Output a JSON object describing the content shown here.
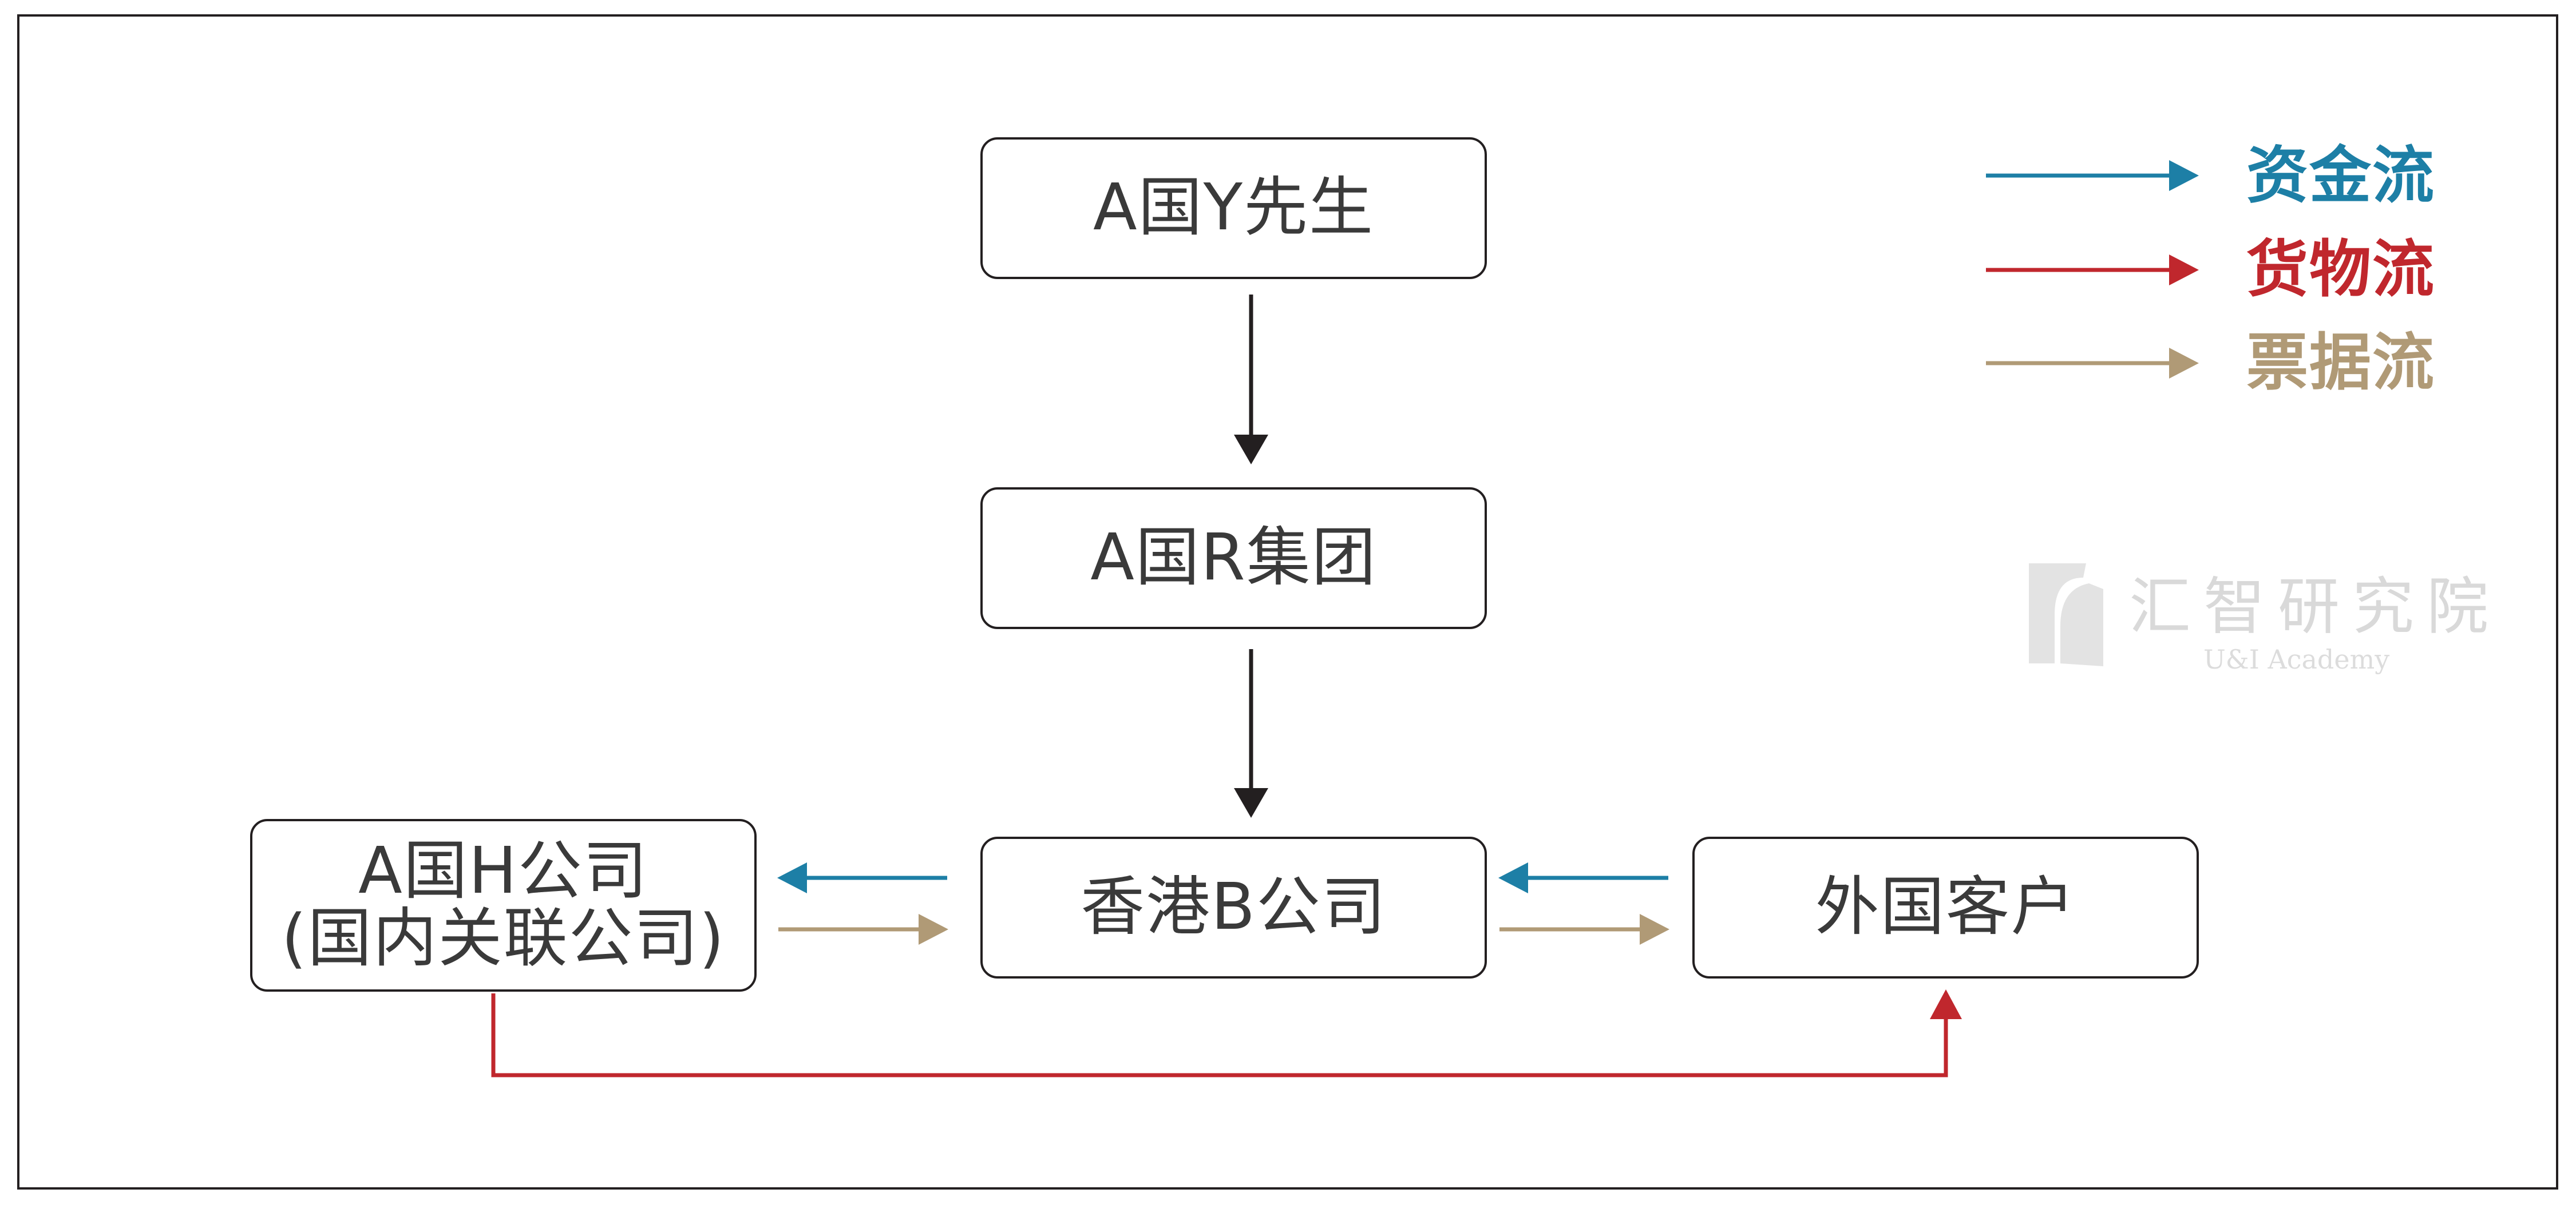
{
  "colors": {
    "money": "#1d7fa6",
    "goods": "#c0272d",
    "invoice": "#b09a76",
    "control": "#231f20"
  },
  "nodes": {
    "mr_y": "A国Y先生",
    "r_group": "A国R集团",
    "h_company_line1": "A国H公司",
    "h_company_line2": "(国内关联公司)",
    "hk_b": "香港B公司",
    "foreign_customer": "外国客户"
  },
  "legend": {
    "money": "资金流",
    "goods": "货物流",
    "invoice": "票据流"
  },
  "watermark": {
    "title": "汇智研究院",
    "subtitle": "U&I Academy"
  }
}
